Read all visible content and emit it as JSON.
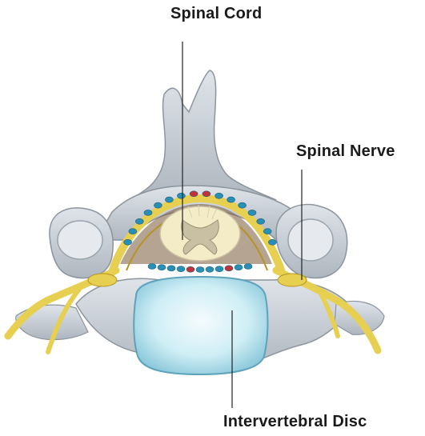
{
  "labels": {
    "spinal_cord": "Spinal Cord",
    "spinal_nerve": "Spinal Nerve",
    "intervertebral_disc": "Intervertebral Disc"
  },
  "colors": {
    "bone": "#c7ced6",
    "bone_shadow": "#9aa3ad",
    "nerve": "#e7cf52",
    "nerve_dark": "#b49420",
    "disc": "#bfe6f0",
    "disc_edge": "#7fb7c9",
    "vessel_blue": "#2a8fb5",
    "vessel_red": "#c4313a",
    "cord_outer": "#f3ecc6",
    "cord_grey": "#c9bfa3"
  }
}
